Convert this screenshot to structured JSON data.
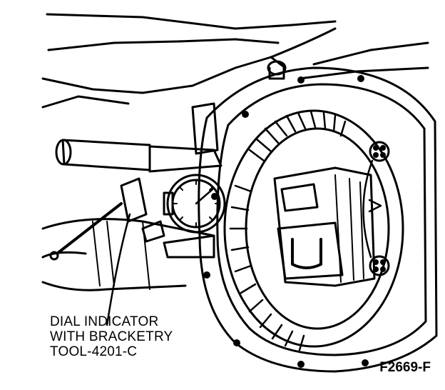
{
  "callout": {
    "line1": "DIAL INDICATOR",
    "line2": "WITH BRACKETRY",
    "line3": "TOOL-4201-C"
  },
  "figure_id": "F2669-F",
  "colors": {
    "ink": "#000000",
    "paper": "#ffffff"
  }
}
